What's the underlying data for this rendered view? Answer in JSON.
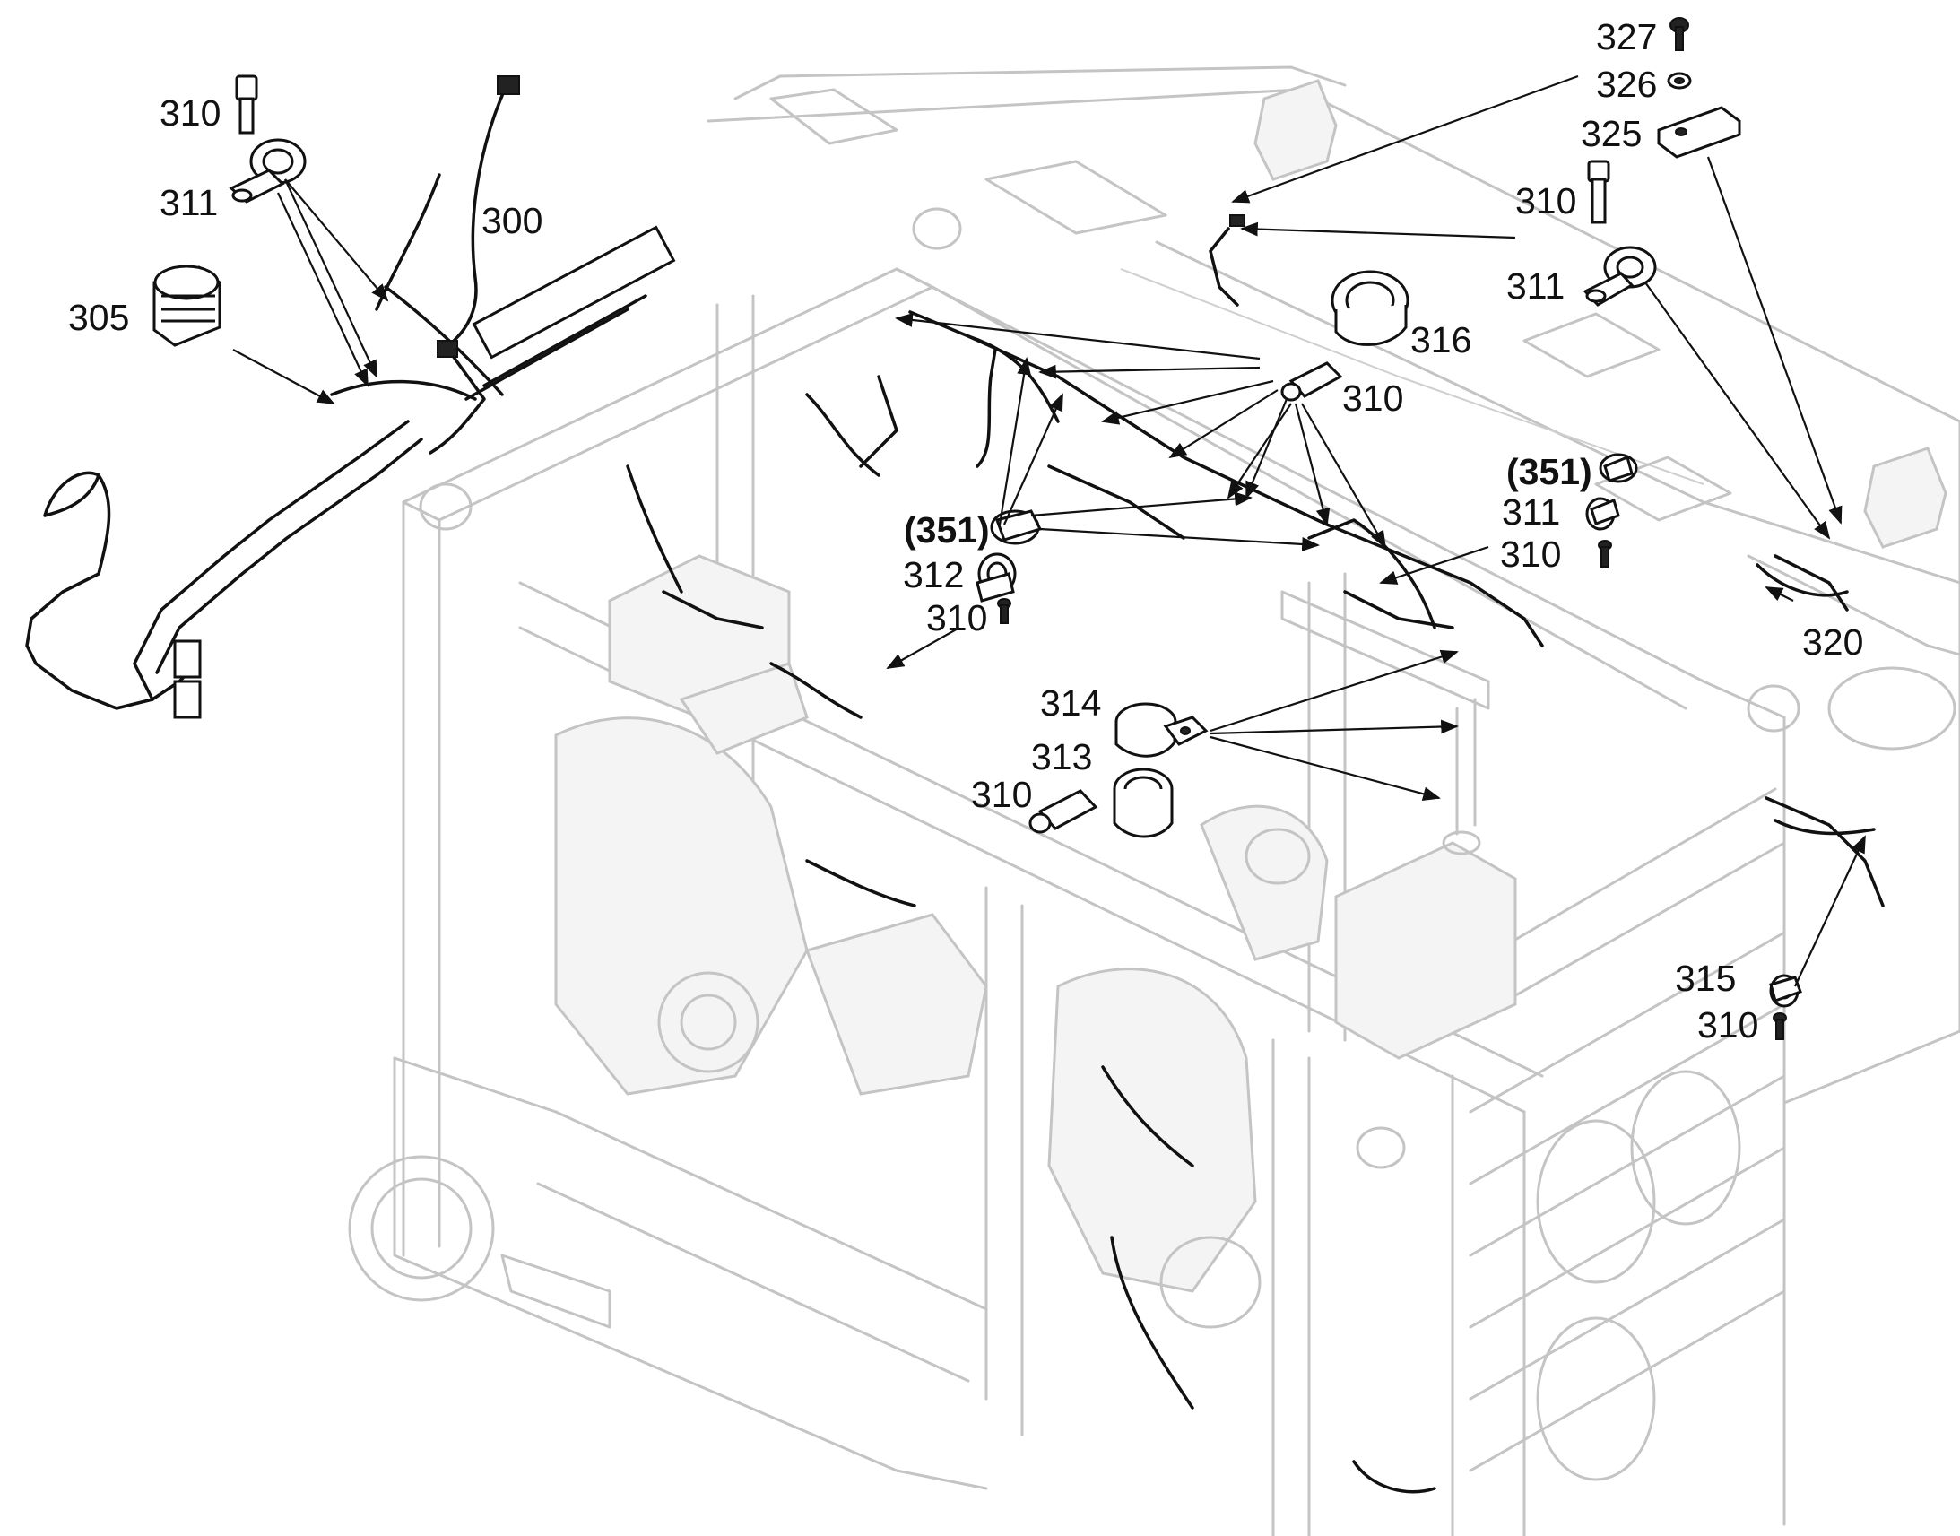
{
  "callouts": {
    "c300": "300",
    "c305": "305",
    "c310": "310",
    "c311": "311",
    "c312": "312",
    "c313": "313",
    "c314": "314",
    "c315": "315",
    "c316": "316",
    "c320": "320",
    "c325": "325",
    "c326": "326",
    "c327": "327",
    "c351": "(351)"
  },
  "colors": {
    "frame": "#c4c4c4",
    "harness": "#111111",
    "background": "#ffffff"
  }
}
